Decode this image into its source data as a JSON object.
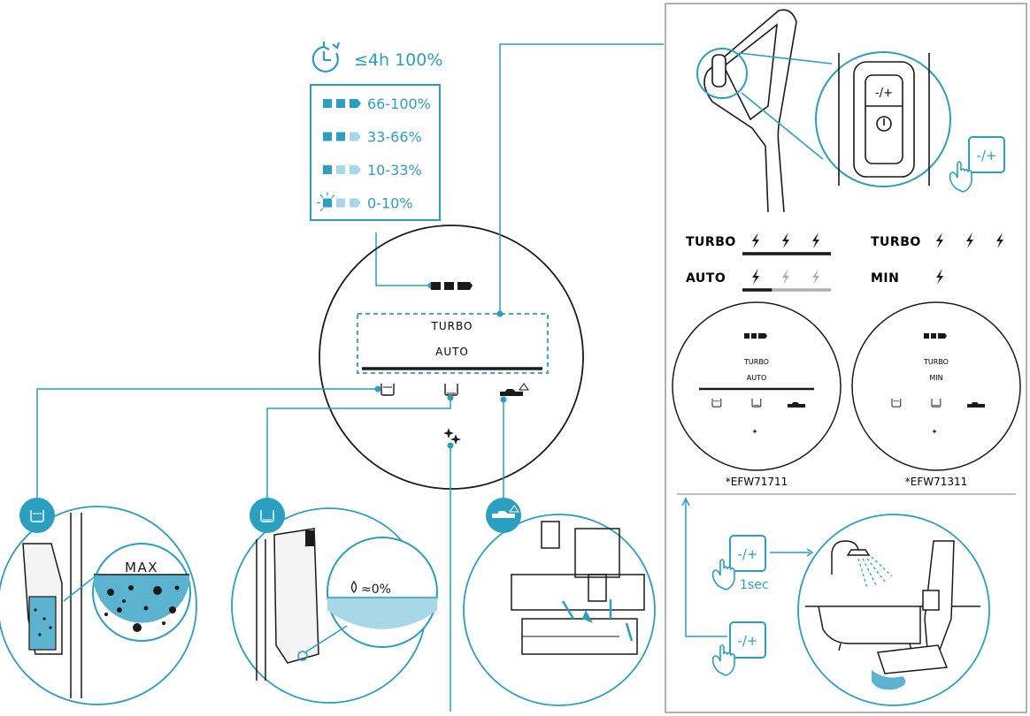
{
  "runtime": {
    "text": "≤4h 100%"
  },
  "battery_legend": [
    {
      "label": "66-100%",
      "level": 3
    },
    {
      "label": "33-66%",
      "level": 2
    },
    {
      "label": "10-33%",
      "level": 1
    },
    {
      "label": "0-10%",
      "level": 0
    }
  ],
  "display": {
    "mode1": "TURBO",
    "mode2": "AUTO"
  },
  "power_modes": {
    "left": [
      {
        "label": "TURBO",
        "bolts": 3,
        "active": 3
      },
      {
        "label": "AUTO",
        "bolts": 3,
        "active": 1
      }
    ],
    "right": [
      {
        "label": "TURBO",
        "bolts": 3
      },
      {
        "label": "MIN",
        "bolts": 1
      }
    ]
  },
  "models": [
    {
      "id": "*EFW71711",
      "mode1": "TURBO",
      "mode2": "AUTO"
    },
    {
      "id": "*EFW71311",
      "mode1": "TURBO",
      "mode2": "MIN"
    }
  ],
  "button_label": "-/+",
  "press_duration": "1sec",
  "water_level": {
    "max_label": "MAX",
    "empty_label": "≈0%"
  },
  "colors": {
    "accent": "#2a9fbf",
    "light_accent": "#a8d8e8",
    "water": "#5bb3d0",
    "line": "#1a1a1a"
  }
}
